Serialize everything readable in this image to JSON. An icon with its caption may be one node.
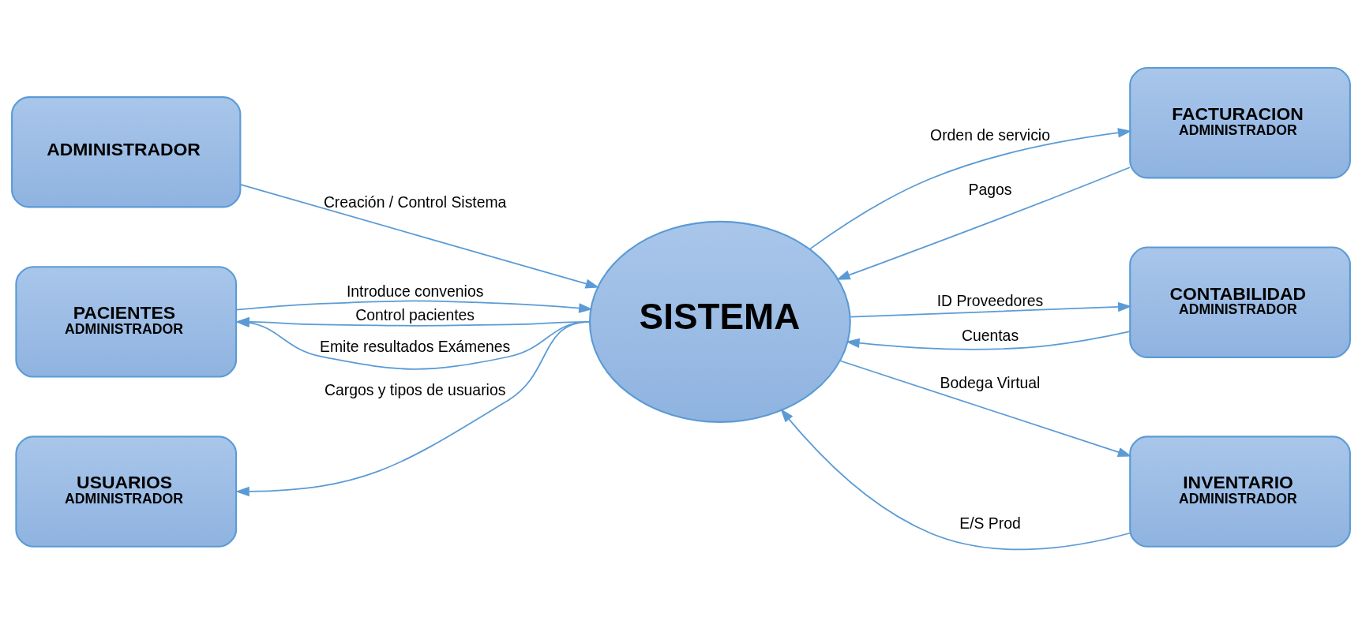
{
  "diagram": {
    "nodes": [
      {
        "text": [
          "ADMINISTRADOR"
        ]
      },
      {
        "text": [
          "FACTURACION",
          "ADMINISTRADOR"
        ]
      },
      {
        "text": [
          "PACIENTES",
          "ADMINISTRADOR"
        ]
      },
      {
        "text": [
          "SISTEMA"
        ]
      },
      {
        "text": [
          "CONTABILIDAD",
          "ADMINISTRADOR"
        ]
      },
      {
        "text": [
          "USUARIOS",
          "ADMINISTRADOR"
        ]
      },
      {
        "text": [
          "INVENTARIO",
          "ADMINISTRADOR"
        ]
      }
    ],
    "edges": [
      {
        "from": 0,
        "to": 3,
        "arrow": "to",
        "label": "Creación / Control Sistema"
      },
      {
        "from": 3,
        "to": 1,
        "arrow": "to",
        "label": "Orden de servicio"
      },
      {
        "from": 1,
        "to": 3,
        "arrow": "to",
        "label": "Pagos"
      },
      {
        "from": 3,
        "to": 2,
        "arrow": "to",
        "label": "Control pacientes"
      },
      {
        "from": 2,
        "to": 3,
        "arrow": "to",
        "label": "Introduce convenios"
      },
      {
        "from": 3,
        "to": 2,
        "arrow": "to",
        "label": "Emite resultados Exámenes"
      },
      {
        "from": 3,
        "to": 4,
        "arrow": "to",
        "label": "ID Proveedores"
      },
      {
        "from": 4,
        "to": 3,
        "arrow": "to",
        "label": "Cuentas"
      },
      {
        "from": 3,
        "to": 5,
        "arrow": "to",
        "label": "Cargos y tipos de usuarios"
      },
      {
        "from": 6,
        "to": 3,
        "arrow": "to",
        "label": "E/S Prod"
      },
      {
        "from": 3,
        "to": 6,
        "arrow": "to",
        "label": "Bodega Virtual"
      }
    ]
  }
}
